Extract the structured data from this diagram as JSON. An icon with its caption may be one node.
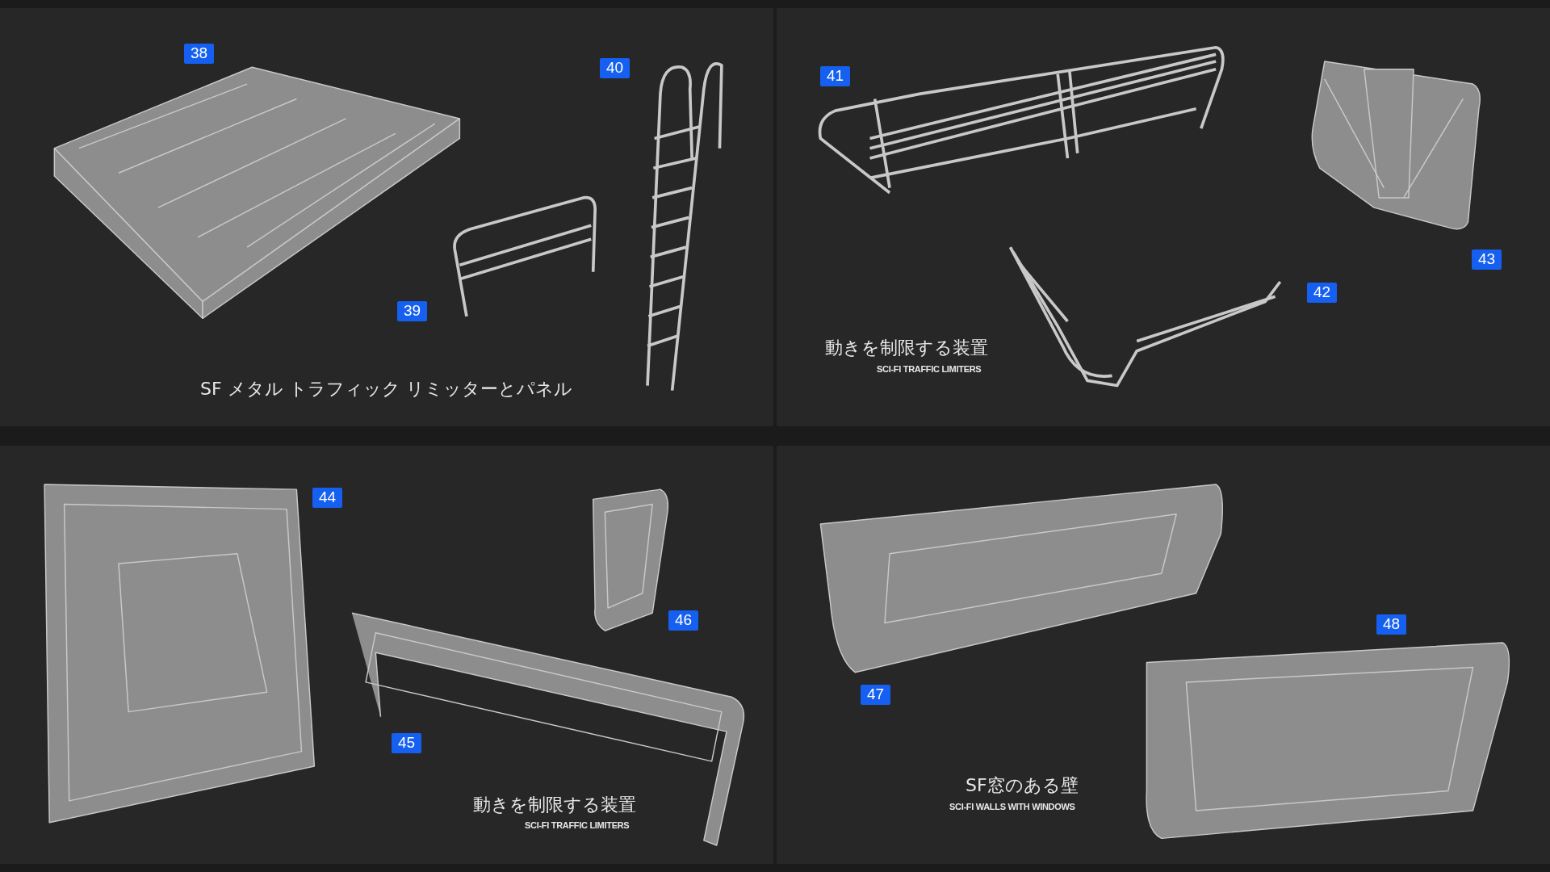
{
  "diagram": {
    "labels": [
      "38",
      "40",
      "39",
      "SF メタル トラフィック リミッターとパネル",
      "41",
      "43",
      "42",
      "動きを制限する装置",
      "SCI-FI TRAFFIC LIMITERS",
      "44",
      "46",
      "45",
      "動きを制限する装置",
      "SCI-FI TRAFFIC LIMITERS",
      "48",
      "47",
      "SF窓のある壁",
      "SCI-FI WALLS WITH WINDOWS"
    ]
  }
}
